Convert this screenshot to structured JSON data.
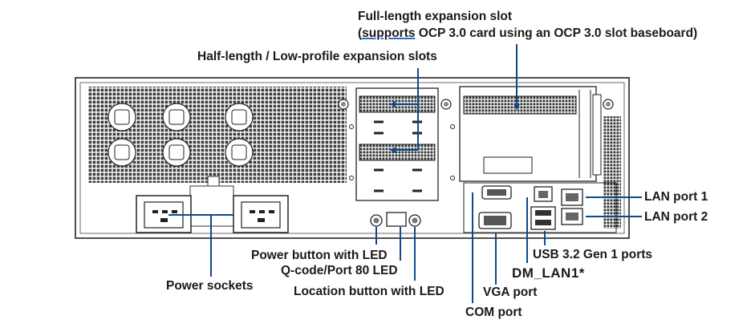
{
  "labels": {
    "full_length_slot": "Full-length expansion slot",
    "full_length_slot_note_prefix": "(",
    "full_length_slot_note_underlined": "supports",
    "full_length_slot_note_rest": " OCP 3.0 card using an OCP 3.0 slot baseboard)",
    "half_length_slots": "Half-length / Low-profile expansion slots",
    "lan_port_1": "LAN port 1",
    "lan_port_2": "LAN port 2",
    "usb_ports": "USB 3.2 Gen 1 ports",
    "dm_lan1": "DM_LAN1*",
    "vga_port": "VGA port",
    "com_port": "COM port",
    "power_button": "Power button with LED",
    "qcode_led": "Q-code/Port 80 LED",
    "location_button": "Location button with LED",
    "power_sockets": "Power sockets"
  },
  "colors": {
    "leader_line": "#0e4a87",
    "chassis_line": "#222222",
    "label_text": "#1a1a1a"
  }
}
